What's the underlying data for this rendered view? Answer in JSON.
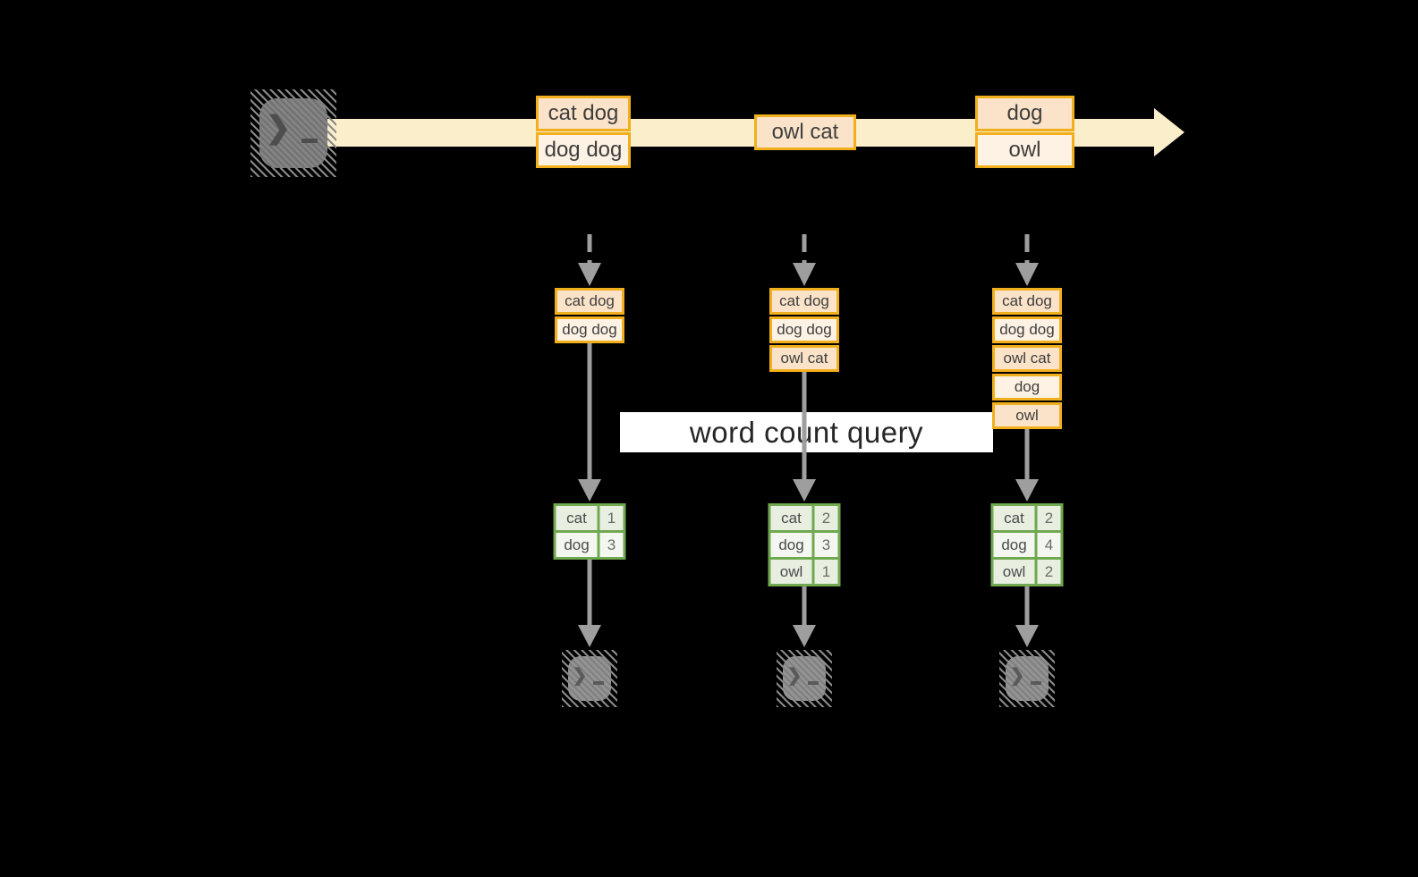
{
  "diagram": {
    "query_label": "word count query",
    "source_icon": "terminal-icon",
    "sink_icon": "terminal-icon"
  },
  "colors": {
    "background": "#000000",
    "stream_band": "#FAEECB",
    "record_border": "#F2AF1D",
    "record_fill_dark": "#FAE3C8",
    "record_fill_light": "#FDF2E3",
    "table_border": "#6FA84F",
    "table_fill_dark": "#E8EFE0",
    "table_fill_light": "#F4F7F0",
    "arrow_gray": "#9E9E9E",
    "banner_bg": "#FFFFFF",
    "text": "#3E3E3E"
  },
  "stream": {
    "batches": [
      [
        "cat dog",
        "dog dog"
      ],
      [
        "owl cat"
      ],
      [
        "dog",
        "owl"
      ]
    ]
  },
  "pipelines": [
    {
      "stack": [
        "cat dog",
        "dog dog"
      ],
      "counts": [
        {
          "word": "cat",
          "count": "1"
        },
        {
          "word": "dog",
          "count": "3"
        }
      ]
    },
    {
      "stack": [
        "cat dog",
        "dog dog",
        "owl cat"
      ],
      "counts": [
        {
          "word": "cat",
          "count": "2"
        },
        {
          "word": "dog",
          "count": "3"
        },
        {
          "word": "owl",
          "count": "1"
        }
      ]
    },
    {
      "stack": [
        "cat dog",
        "dog dog",
        "owl cat",
        "dog",
        "owl"
      ],
      "counts": [
        {
          "word": "cat",
          "count": "2"
        },
        {
          "word": "dog",
          "count": "4"
        },
        {
          "word": "owl",
          "count": "2"
        }
      ]
    }
  ]
}
